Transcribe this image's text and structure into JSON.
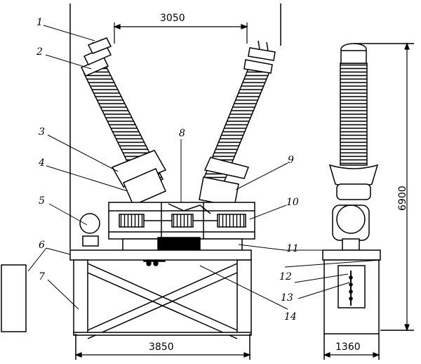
{
  "dimensions": {
    "top_width": "3050",
    "base_width": "3850",
    "side_width": "1360",
    "height": "6900"
  },
  "callouts": [
    "1",
    "2",
    "3",
    "4",
    "5",
    "6",
    "7",
    "8",
    "9",
    "10",
    "11",
    "12",
    "13",
    "14"
  ],
  "colors": {
    "line": "#000000",
    "background": "#ffffff"
  }
}
